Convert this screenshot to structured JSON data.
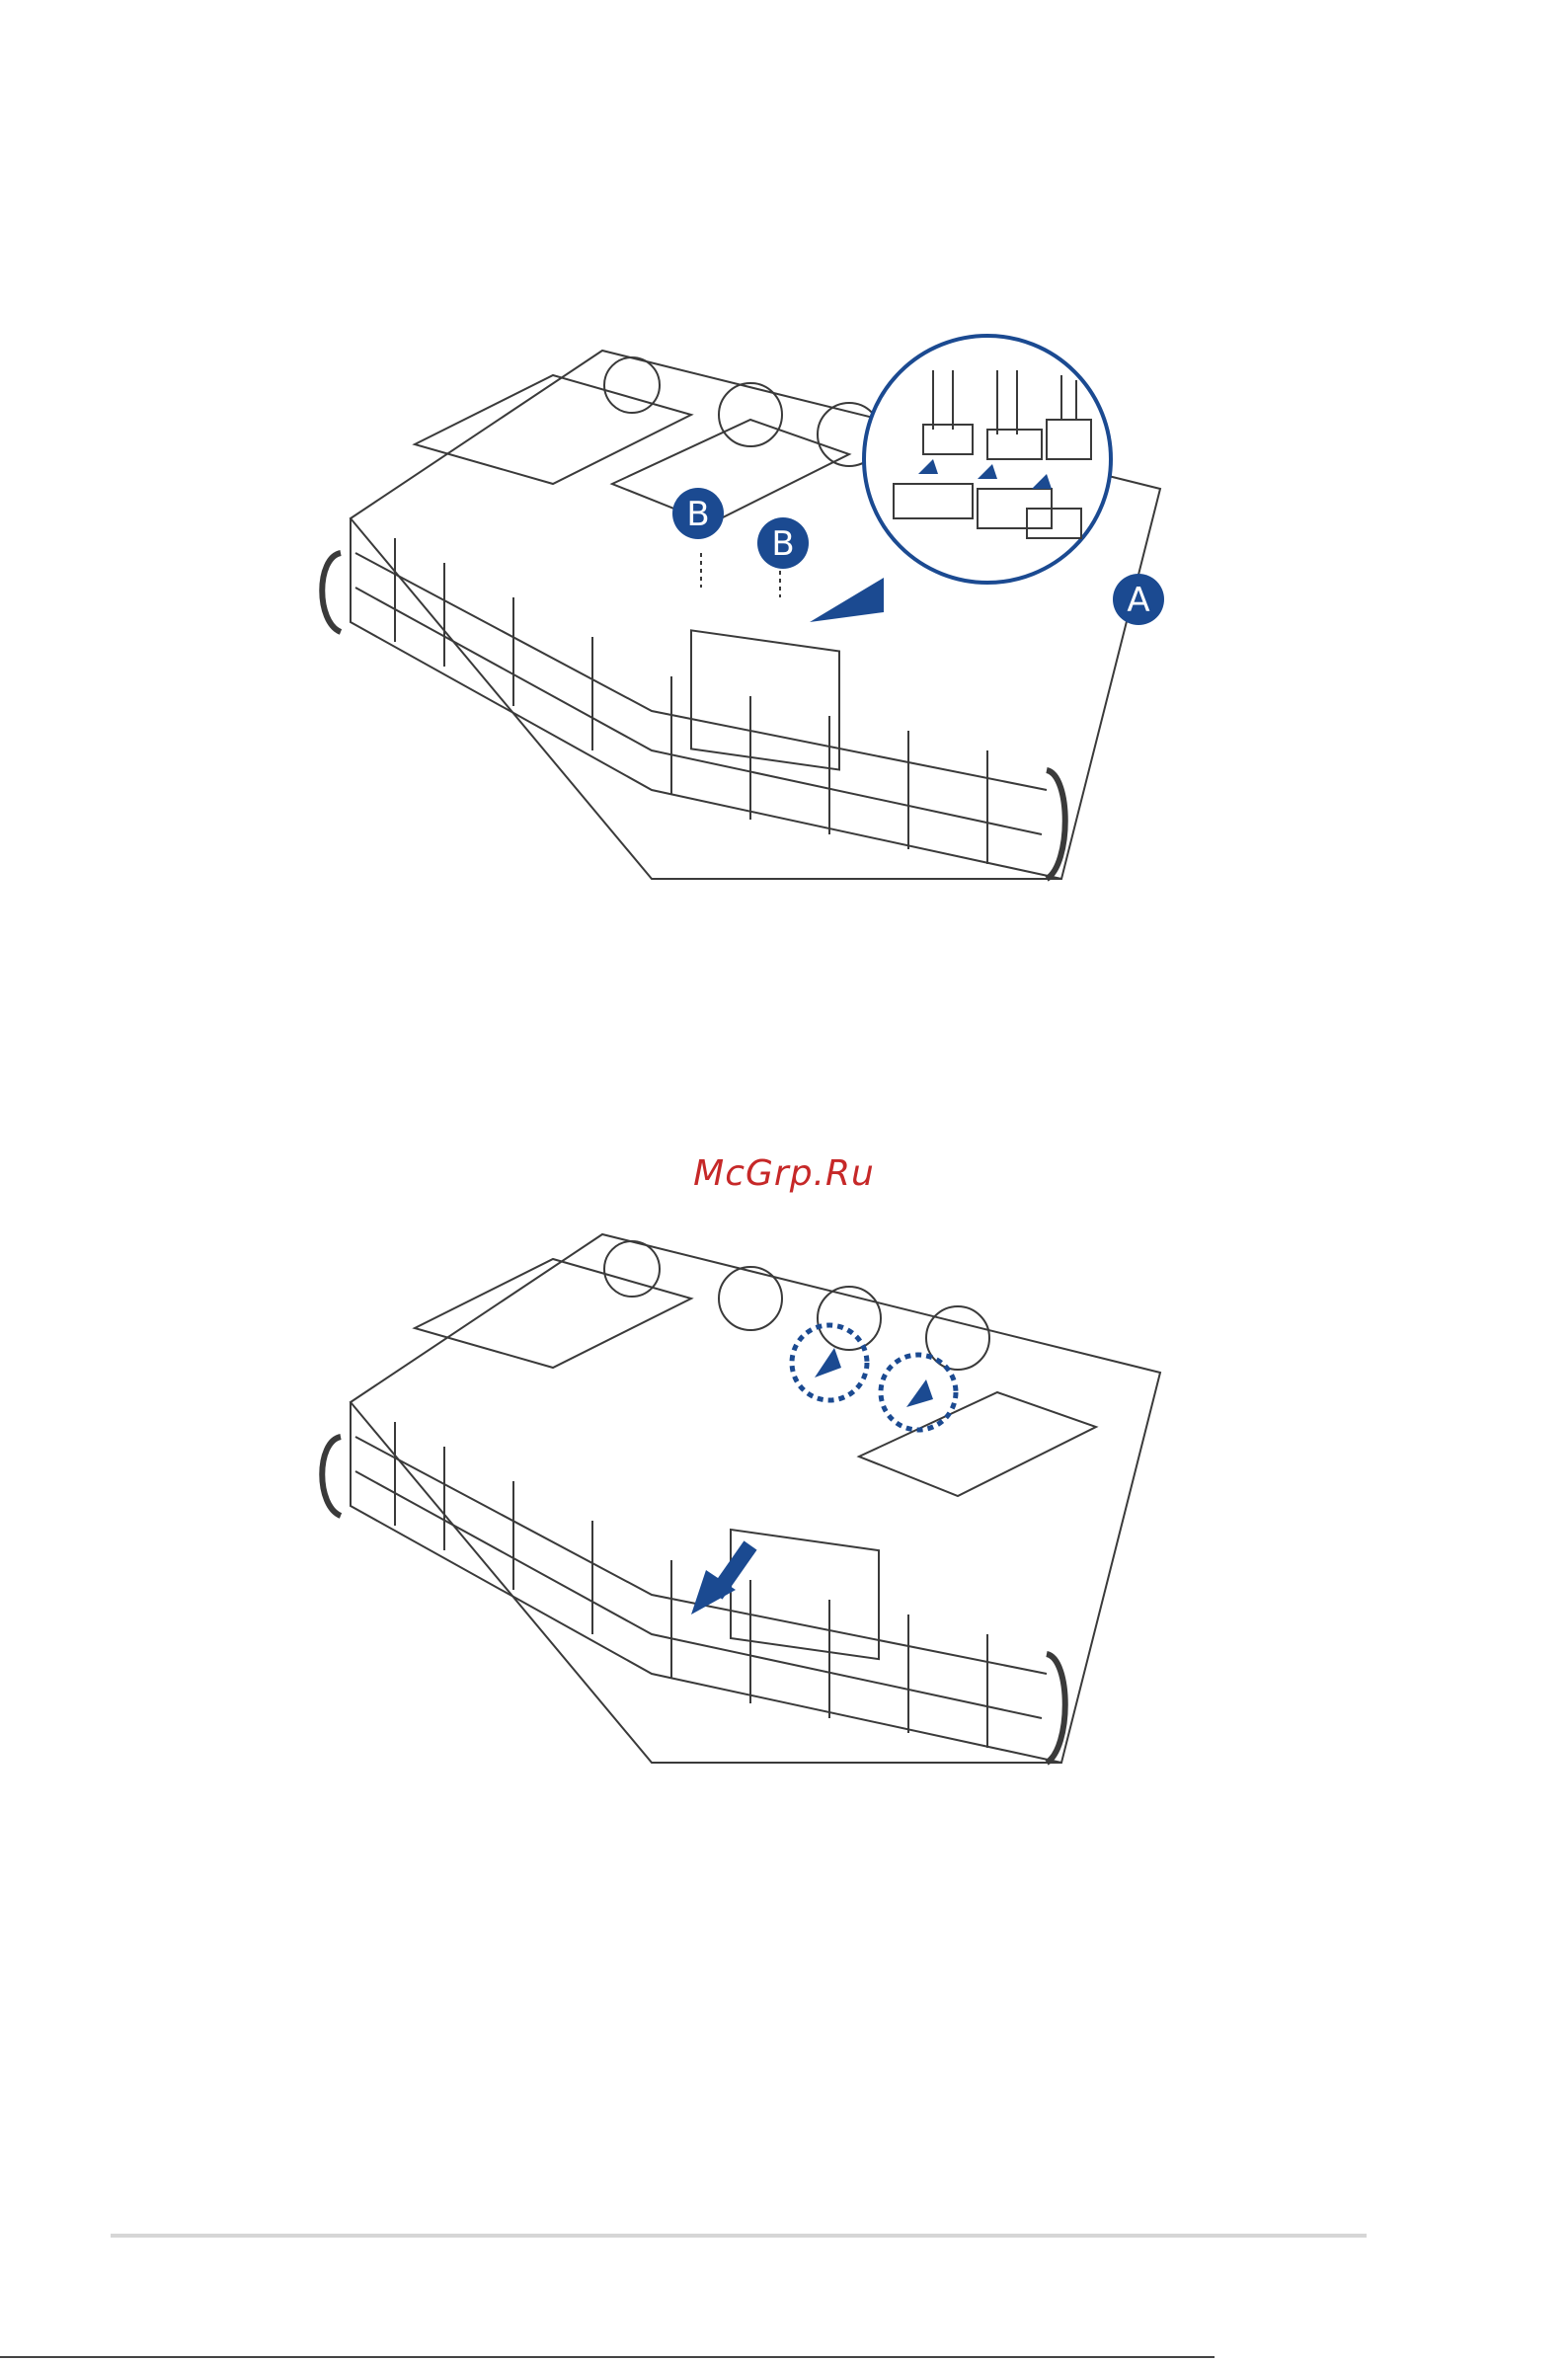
{
  "figures": [
    {
      "callouts": [
        {
          "label": "B"
        },
        {
          "label": "B"
        },
        {
          "label": "A"
        }
      ]
    },
    {
      "callouts": []
    }
  ],
  "watermark": "McGrp.Ru",
  "colors": {
    "callout_fill": "#1b4a91",
    "arrow": "#1b4a91",
    "line_art": "#3a3a3a",
    "watermark": "#c62828",
    "footer_rule": "#d6d6d6"
  }
}
